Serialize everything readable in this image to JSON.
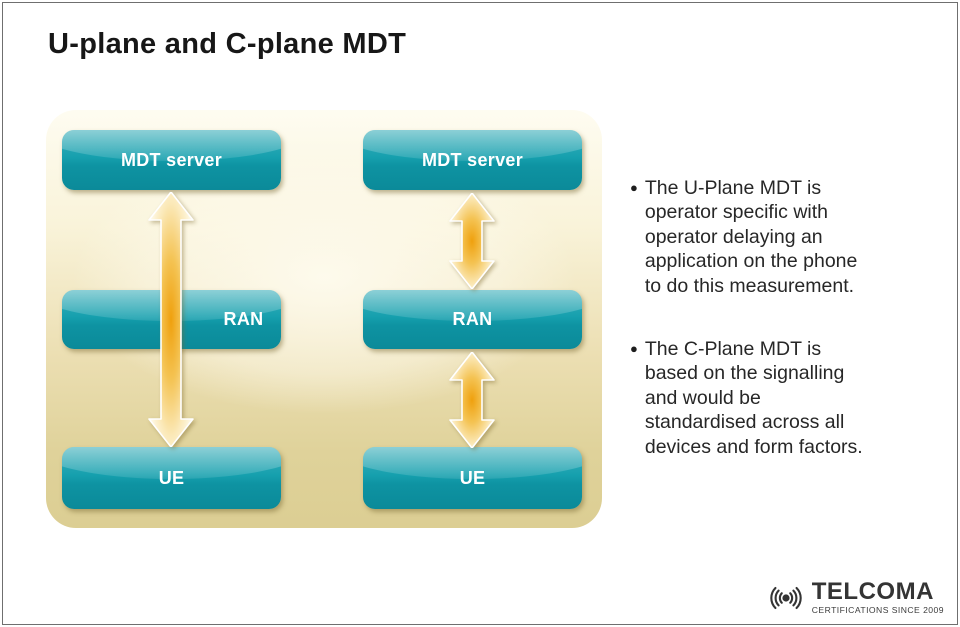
{
  "slide": {
    "title": "U-plane and C-plane MDT"
  },
  "diagram": {
    "columns": [
      {
        "name": "u-plane",
        "server": "MDT server",
        "ran": "RAN",
        "ue": "UE"
      },
      {
        "name": "c-plane",
        "server": "MDT server",
        "ran": "RAN",
        "ue": "UE"
      }
    ],
    "arrows": [
      {
        "name": "u-plane-arrow",
        "connects": "MDT server ↔ UE (through RAN)",
        "direction": "bidirectional"
      },
      {
        "name": "c-plane-arrow-server-ran",
        "connects": "MDT server ↔ RAN",
        "direction": "bidirectional"
      },
      {
        "name": "c-plane-arrow-ran-ue",
        "connects": "RAN ↔ UE",
        "direction": "bidirectional"
      }
    ]
  },
  "bullets": [
    {
      "text": "The U-Plane MDT is\noperator specific with\noperator delaying an\napplication on the phone\nto do this measurement."
    },
    {
      "text": "The C-Plane MDT is\nbased on the signalling\nand would be\nstandardised across all\ndevices and form factors."
    }
  ],
  "logo": {
    "brand": "TELCOMA",
    "tagline": "CERTIFICATIONS SINCE 2009"
  },
  "colors": {
    "node_teal": "#0e93a2",
    "panel_top": "#fefcf1",
    "panel_bottom": "#dcce93",
    "arrow_orange": "#efa00d",
    "text_dark": "#272727"
  }
}
